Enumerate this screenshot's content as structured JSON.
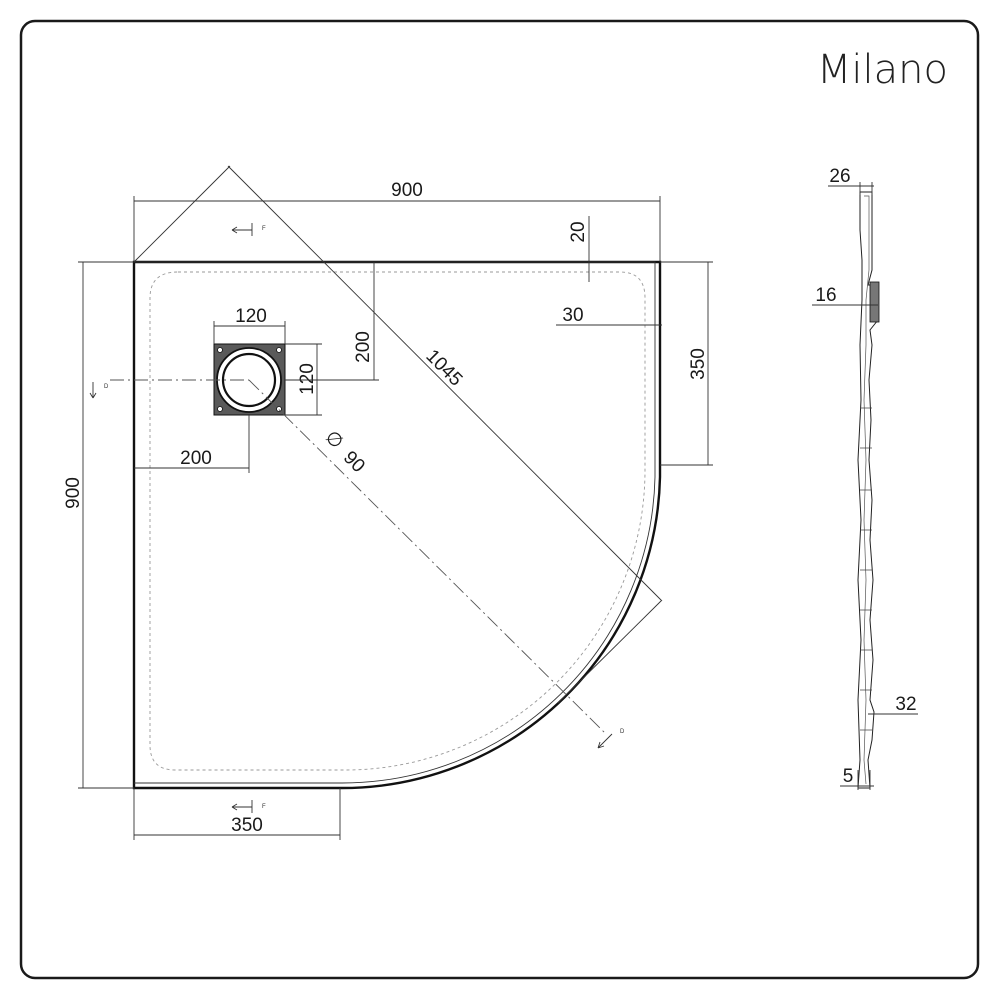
{
  "brand": {
    "name": "Milano"
  },
  "top_view": {
    "dim_width": "900",
    "dim_height": "900",
    "dim_diagonal": "1045",
    "dim_rim_top": "20",
    "dim_rim_side": "30",
    "dim_drain_width": "120",
    "dim_drain_height": "120",
    "dim_drain_from_top": "200",
    "dim_drain_from_left": "200",
    "dim_straight_right": "350",
    "dim_straight_bottom": "350",
    "dim_drain_diameter": "90",
    "diameter_symbol": "∅",
    "section_mark_d": "D",
    "section_mark_f": "F"
  },
  "side_view": {
    "dim_top_thickness": "26",
    "dim_drain_depth": "16",
    "dim_base_height": "32",
    "dim_foot": "5"
  }
}
